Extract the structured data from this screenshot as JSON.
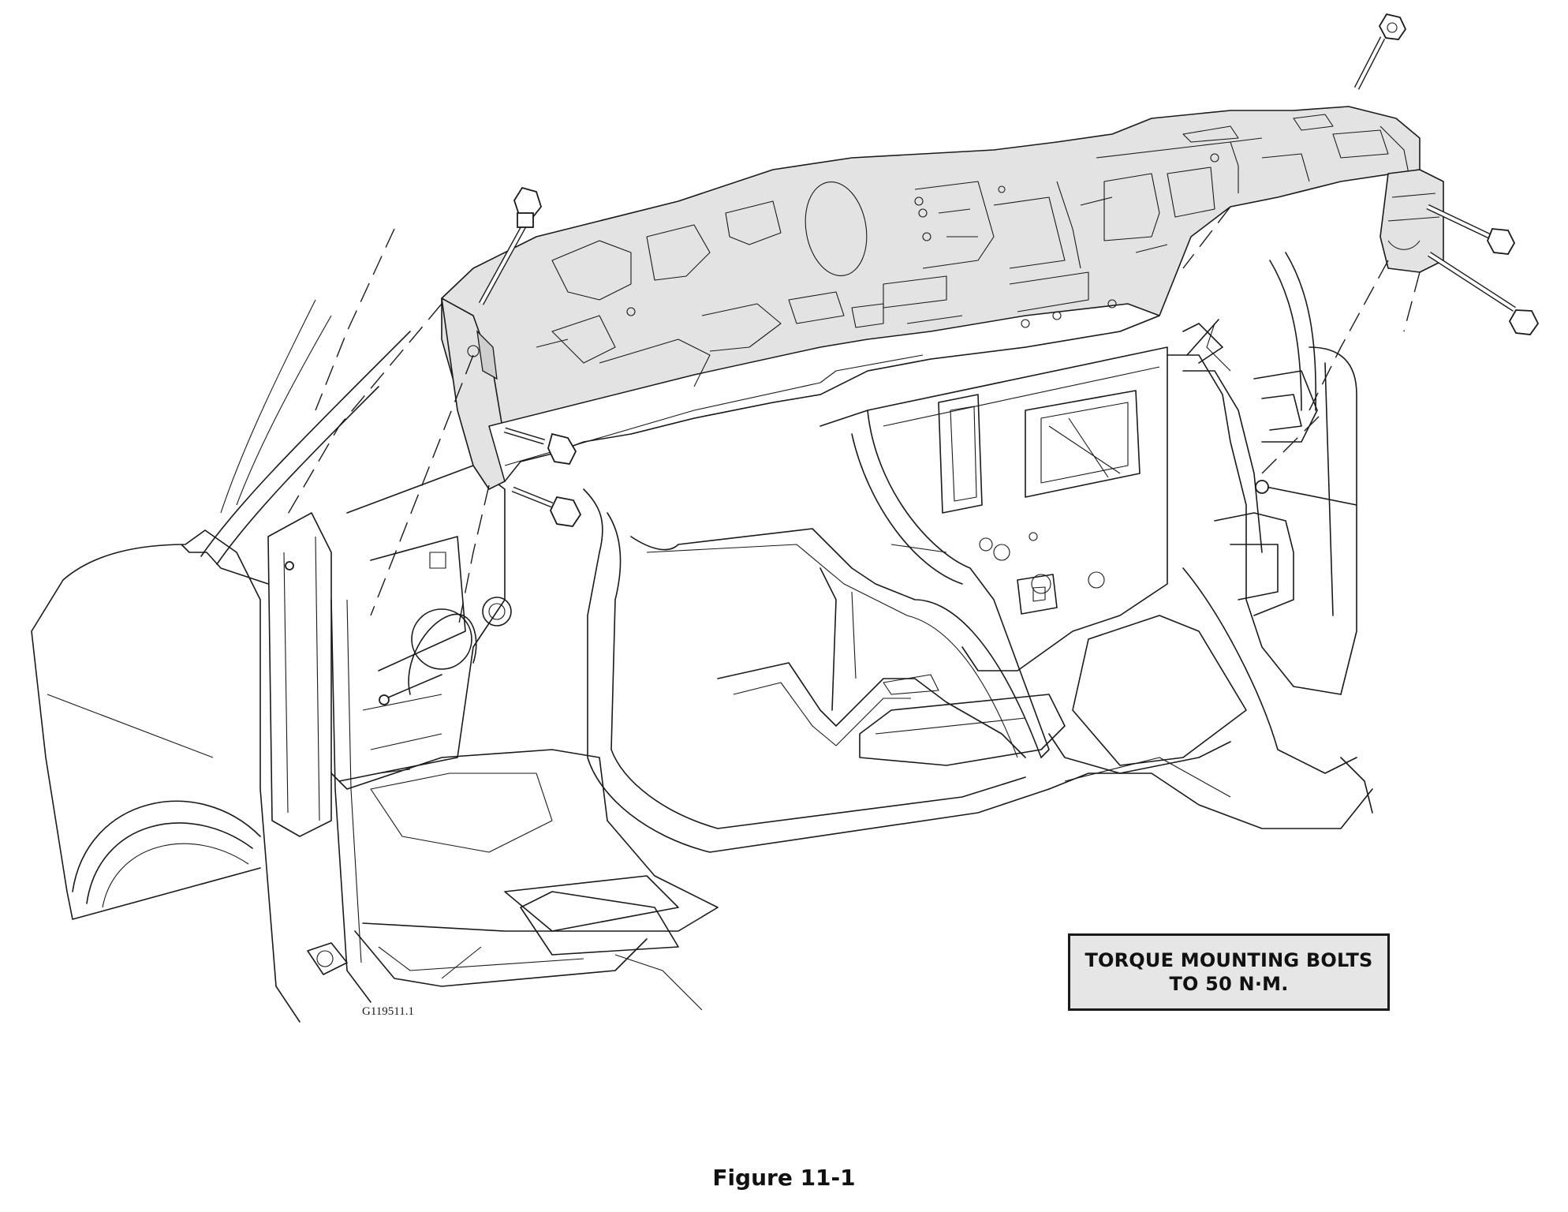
{
  "callout": {
    "line1": "TORQUE MOUNTING BOLTS",
    "line2": "TO 50 N·M."
  },
  "drawing_number": "G119511.1",
  "caption": "Figure 11-1",
  "colors": {
    "line": "#1a1a1a",
    "part_shade": "#e3e3e3",
    "callout_fill": "#e6e6e6"
  }
}
